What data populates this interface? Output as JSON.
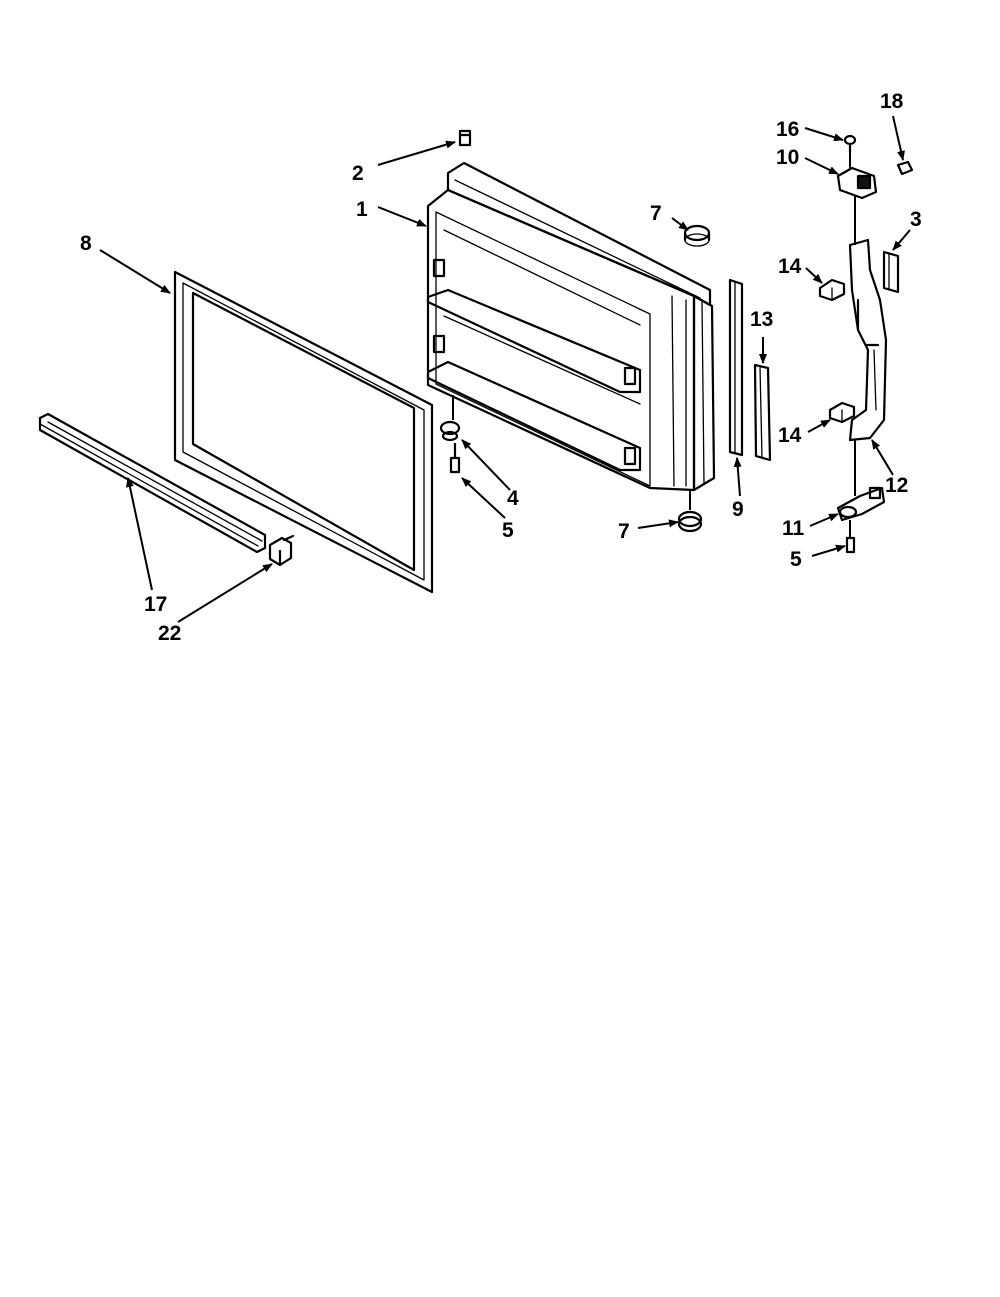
{
  "callouts": [
    {
      "id": "c-2",
      "text": "2"
    },
    {
      "id": "c-1",
      "text": "1"
    },
    {
      "id": "c-8",
      "text": "8"
    },
    {
      "id": "c-7a",
      "text": "7"
    },
    {
      "id": "c-4",
      "text": "4"
    },
    {
      "id": "c-5a",
      "text": "5"
    },
    {
      "id": "c-7b",
      "text": "7"
    },
    {
      "id": "c-9",
      "text": "9"
    },
    {
      "id": "c-13",
      "text": "13"
    },
    {
      "id": "c-17",
      "text": "17"
    },
    {
      "id": "c-22",
      "text": "22"
    },
    {
      "id": "c-16",
      "text": "16"
    },
    {
      "id": "c-18",
      "text": "18"
    },
    {
      "id": "c-10",
      "text": "10"
    },
    {
      "id": "c-3",
      "text": "3"
    },
    {
      "id": "c-14a",
      "text": "14"
    },
    {
      "id": "c-14b",
      "text": "14"
    },
    {
      "id": "c-12",
      "text": "12"
    },
    {
      "id": "c-11",
      "text": "11"
    },
    {
      "id": "c-5b",
      "text": "5"
    }
  ]
}
